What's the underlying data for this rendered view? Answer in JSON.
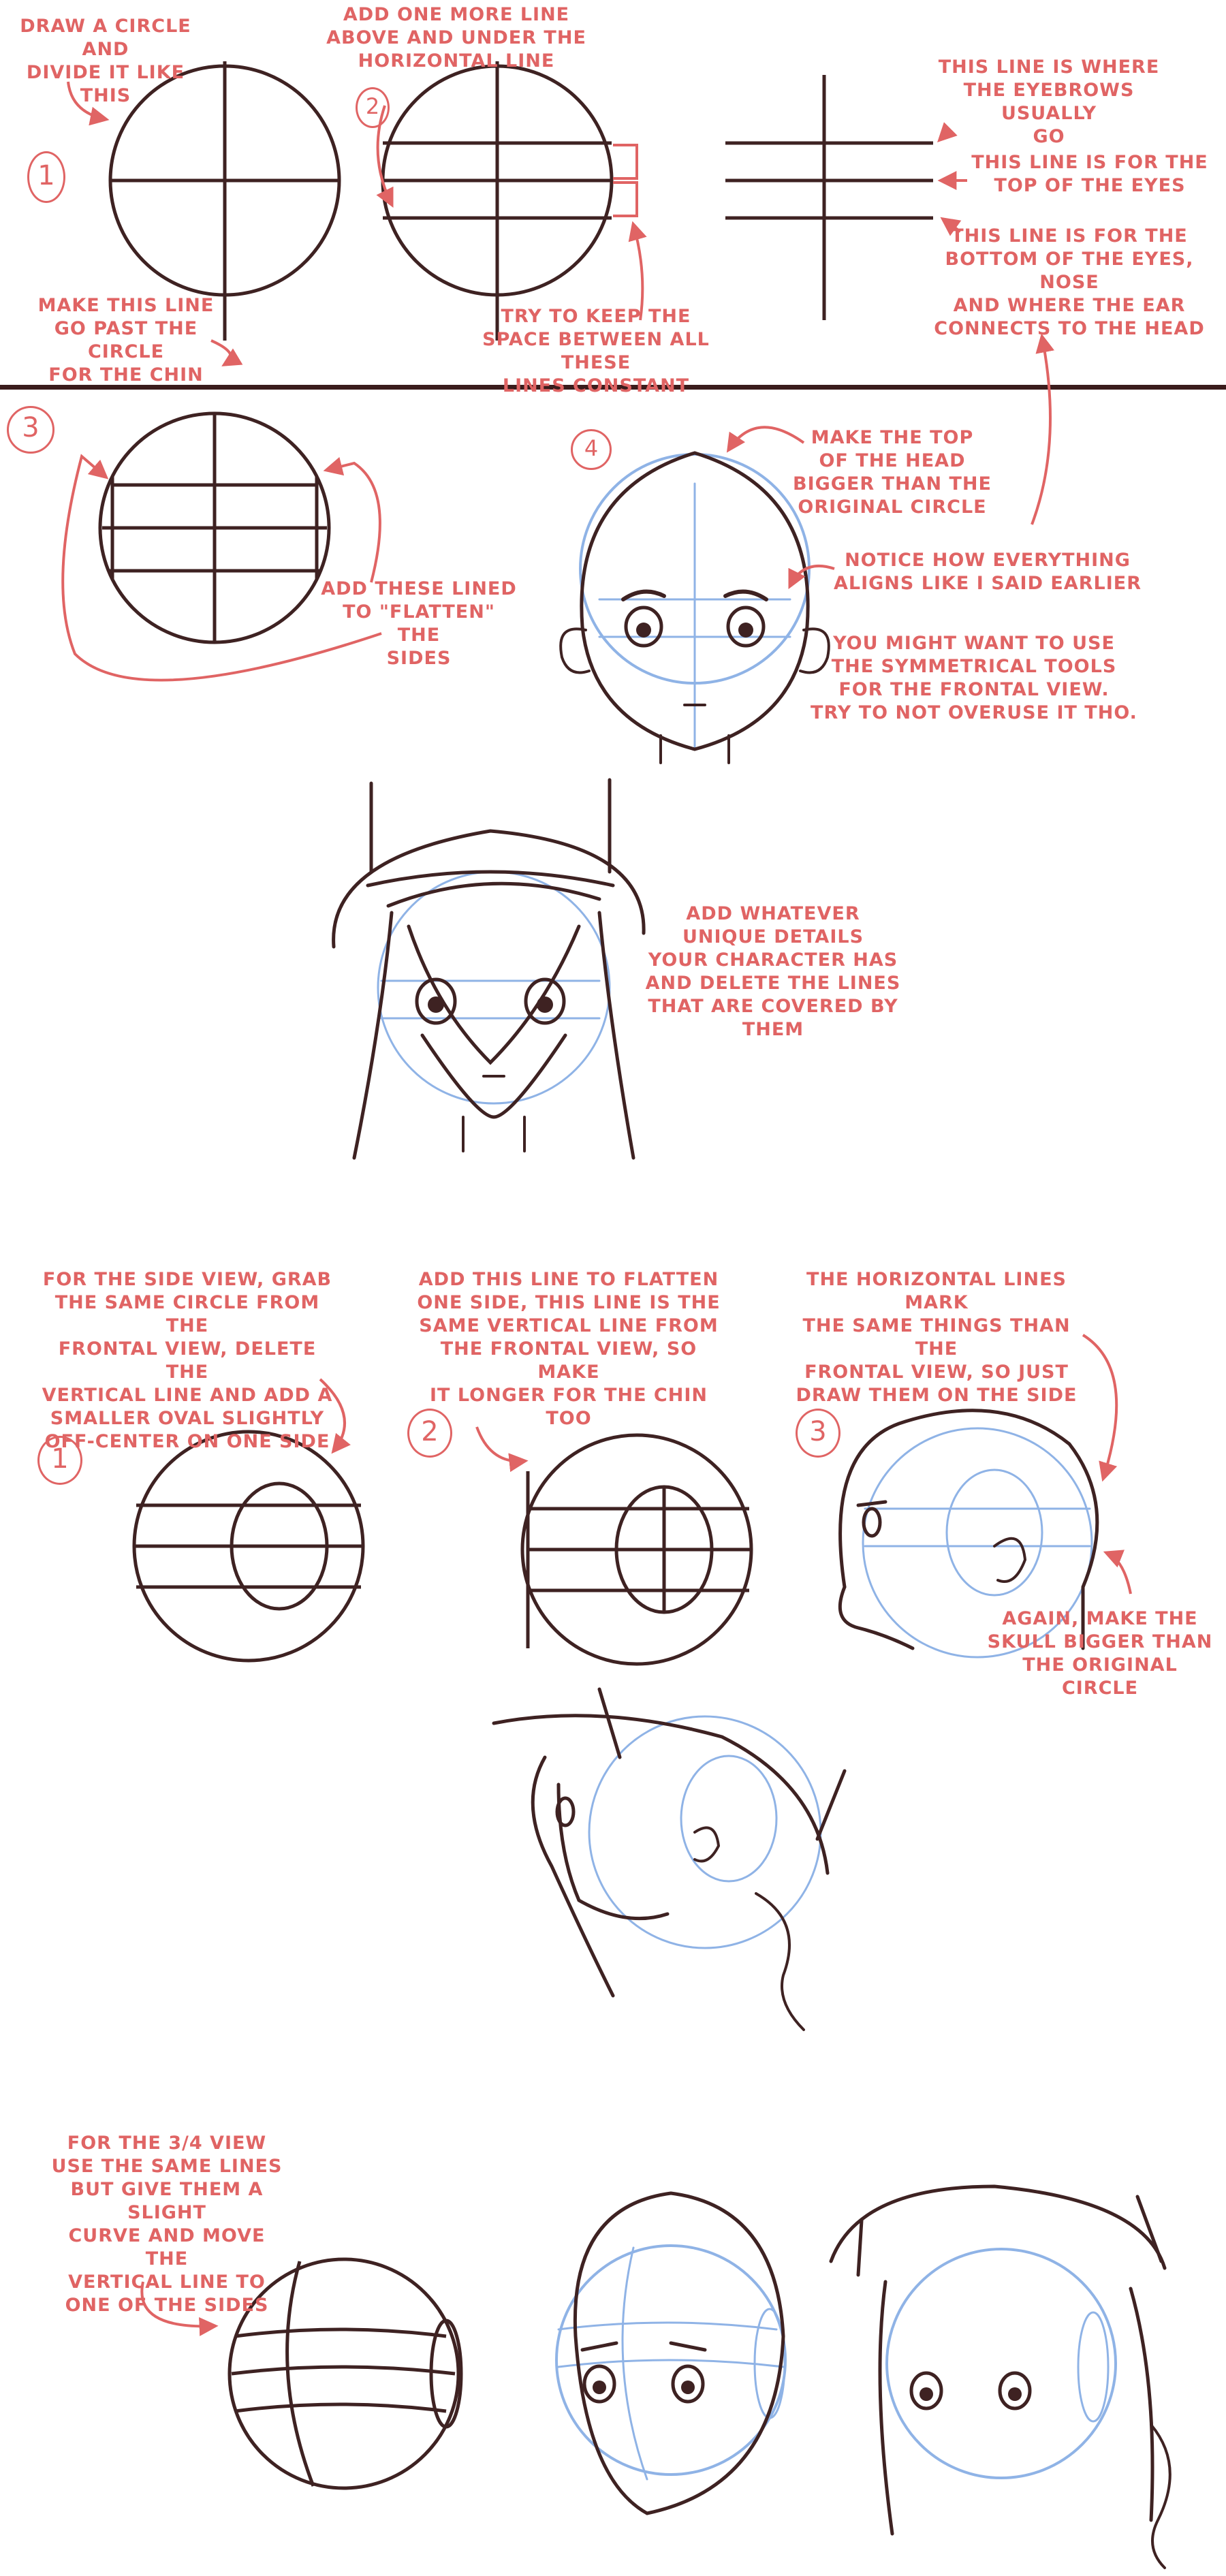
{
  "colors": {
    "ink": "#3e2222",
    "annotation": "#e06464",
    "guide": "#8fb3e6",
    "divider": "#3a1c1c",
    "background": "#ffffff"
  },
  "notes": {
    "n1": "DRAW A CIRCLE AND\nDIVIDE IT LIKE\nTHIS",
    "n2": "MAKE THIS LINE\nGO PAST THE CIRCLE\nFOR THE CHIN",
    "n3": "ADD ONE MORE LINE\nABOVE AND UNDER THE\nHORIZONTAL LINE",
    "n4": "TRY TO KEEP THE\nSPACE BETWEEN ALL THESE\nLINES CONSTANT",
    "n5": "THIS LINE IS WHERE\nTHE EYEBROWS USUALLY\nGO",
    "n6": "THIS LINE IS FOR THE\nTOP OF THE EYES",
    "n7": "THIS LINE IS FOR THE\nBOTTOM OF THE EYES, NOSE\nAND WHERE THE EAR\nCONNECTS TO THE HEAD",
    "n8": "ADD THESE LINED\nTO \"FLATTEN\" THE\nSIDES",
    "n9": "MAKE THE TOP\nOF THE HEAD\nBIGGER THAN THE\nORIGINAL CIRCLE",
    "n10": "NOTICE HOW EVERYTHING\nALIGNS LIKE I SAID EARLIER",
    "n11": "YOU MIGHT WANT TO USE\nTHE SYMMETRICAL TOOLS\nFOR THE FRONTAL VIEW.\nTRY TO NOT OVERUSE IT THO.",
    "n12": "ADD WHATEVER\nUNIQUE DETAILS\nYOUR CHARACTER HAS\nAND DELETE THE LINES\nTHAT ARE COVERED BY\nTHEM",
    "n13": "FOR THE SIDE VIEW, GRAB\nTHE SAME CIRCLE FROM THE\nFRONTAL VIEW, DELETE THE\nVERTICAL LINE AND ADD A\nSMALLER OVAL SLIGHTLY\nOFF-CENTER ON ONE SIDE",
    "n14": "ADD THIS LINE TO FLATTEN\nONE SIDE, THIS LINE IS THE\nSAME VERTICAL LINE FROM\nTHE FRONTAL VIEW, SO MAKE\nIT LONGER FOR THE CHIN TOO",
    "n15": "THE HORIZONTAL LINES MARK\nTHE SAME THINGS THAN THE\nFRONTAL VIEW, SO JUST\nDRAW THEM ON THE SIDE",
    "n16": "AGAIN, MAKE THE\nSKULL BIGGER THAN\nTHE ORIGINAL CIRCLE",
    "n17": "FOR THE 3/4 VIEW\nUSE THE SAME LINES\nBUT GIVE THEM A SLIGHT\nCURVE AND MOVE THE\nVERTICAL LINE TO\nONE OF THE SIDES"
  },
  "steps": {
    "s1": "1",
    "s2": "2",
    "s3": "3",
    "s4": "4",
    "side1": "1",
    "side2": "2",
    "side3": "3"
  }
}
